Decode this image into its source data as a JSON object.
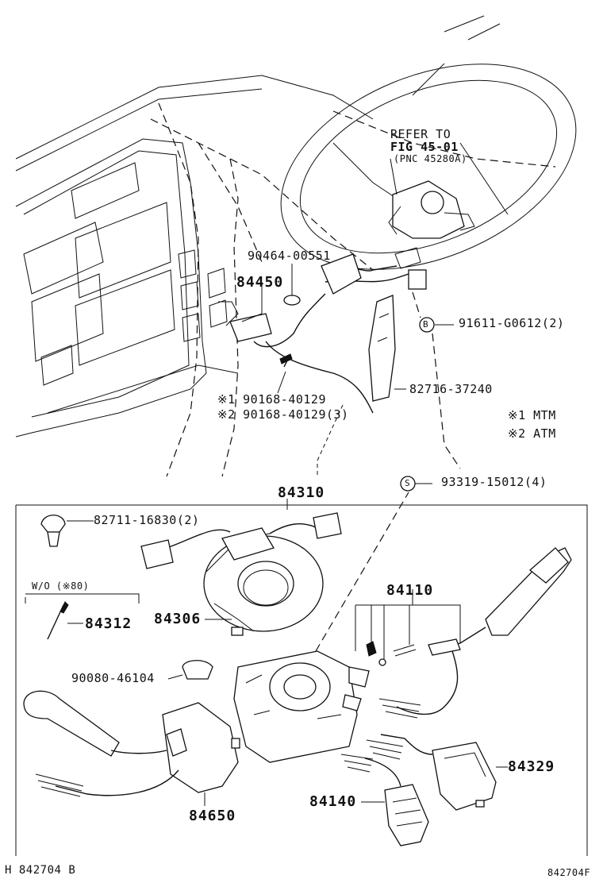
{
  "upper": {
    "refer_line1": "REFER TO",
    "refer_line2": "FIG 45-01",
    "refer_line3": "(PNC 45280A)",
    "part_90464": "90464-00551",
    "part_84450": "84450",
    "part_91611": "91611-G0612(2)",
    "marker_b": "B",
    "part_82716": "82716-37240",
    "part_90168_1": "※1 90168-40129",
    "part_90168_2": "※2 90168-40129(3)",
    "note_mtm": "※1  MTM",
    "note_atm": "※2  ATM",
    "marker_s": "S",
    "part_93319": "93319-15012(4)"
  },
  "lower": {
    "part_84310": "84310",
    "part_82711": "82711-16830(2)",
    "wo_note": "W/O  (※80)",
    "part_84312": "84312",
    "part_84306": "84306",
    "part_84110": "84110",
    "part_90080": "90080-46104",
    "part_84329": "84329",
    "part_84140": "84140",
    "part_84650": "84650"
  },
  "footer": {
    "left_code": "H  842704  B",
    "right_code": "842704F"
  }
}
